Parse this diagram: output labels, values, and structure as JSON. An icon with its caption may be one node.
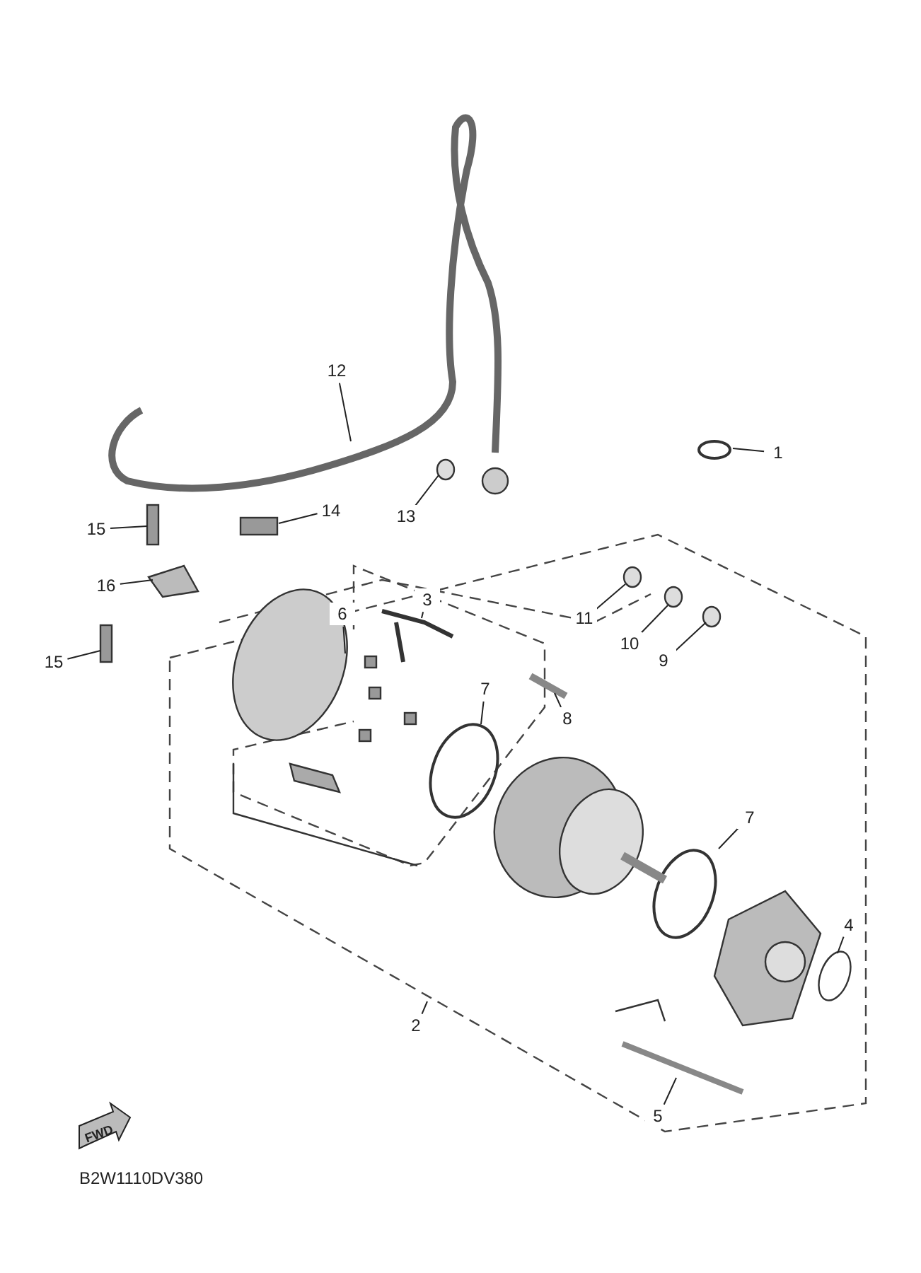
{
  "diagram": {
    "nodes": [
      {
        "text": [
          "12"
        ]
      },
      {
        "text": [
          "1"
        ]
      },
      {
        "text": [
          "15"
        ]
      },
      {
        "text": [
          "14"
        ]
      },
      {
        "text": [
          "13"
        ]
      },
      {
        "text": [
          "16"
        ]
      },
      {
        "text": [
          "6"
        ]
      },
      {
        "text": [
          "3"
        ]
      },
      {
        "text": [
          "11"
        ]
      },
      {
        "text": [
          "15"
        ]
      },
      {
        "text": [
          "10"
        ]
      },
      {
        "text": [
          "9"
        ]
      },
      {
        "text": [
          "7"
        ]
      },
      {
        "text": [
          "8"
        ]
      },
      {
        "text": [
          "7"
        ]
      },
      {
        "text": [
          "4"
        ]
      },
      {
        "text": [
          "2"
        ]
      },
      {
        "text": [
          "5"
        ]
      }
    ],
    "edges": [
      {
        "from": 0,
        "to": null,
        "arrow": "none"
      },
      {
        "from": 1,
        "to": null,
        "arrow": "none"
      },
      {
        "from": 2,
        "to": null,
        "arrow": "none"
      },
      {
        "from": 3,
        "to": null,
        "arrow": "none"
      },
      {
        "from": 4,
        "to": null,
        "arrow": "none"
      },
      {
        "from": 5,
        "to": null,
        "arrow": "none"
      },
      {
        "from": 6,
        "to": null,
        "arrow": "none"
      },
      {
        "from": 7,
        "to": null,
        "arrow": "none"
      },
      {
        "from": 8,
        "to": null,
        "arrow": "none"
      },
      {
        "from": 9,
        "to": null,
        "arrow": "none"
      },
      {
        "from": 10,
        "to": null,
        "arrow": "none"
      },
      {
        "from": 11,
        "to": null,
        "arrow": "none"
      },
      {
        "from": 12,
        "to": null,
        "arrow": "none"
      },
      {
        "from": 13,
        "to": null,
        "arrow": "none"
      },
      {
        "from": 14,
        "to": null,
        "arrow": "none"
      },
      {
        "from": 15,
        "to": null,
        "arrow": "none"
      },
      {
        "from": 16,
        "to": null,
        "arrow": "none"
      },
      {
        "from": 17,
        "to": null,
        "arrow": "none"
      }
    ],
    "labels": [
      "FWD",
      "B2W1110DV380"
    ]
  }
}
